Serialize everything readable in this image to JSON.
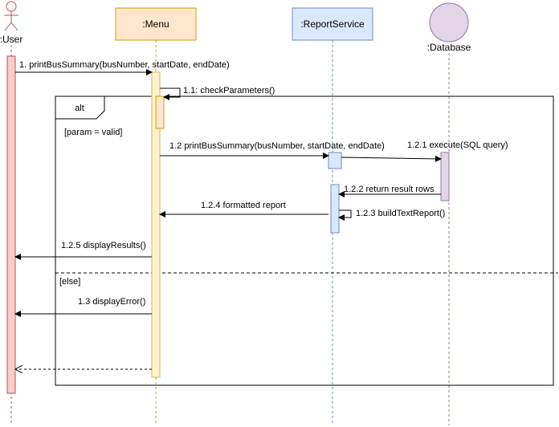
{
  "participants": {
    "user": {
      "label": ":User"
    },
    "menu": {
      "label": ":Menu"
    },
    "report_service": {
      "label": ":ReportService"
    },
    "database": {
      "label": ":Database"
    }
  },
  "fragment": {
    "operator": "alt",
    "guard_main": "[param = valid]",
    "guard_else": "[else]"
  },
  "messages": {
    "m1": "1. printBusSummary(busNumber, startDate, endDate)",
    "m1_1": "1.1: checkParameters()",
    "m1_2": "1.2 printBusSummary(busNumber, startDate, endDate)",
    "m1_2_1": "1.2.1 execute(SQL query)",
    "m1_2_2": "1.2.2  return result rows",
    "m1_2_3": "1.2.3 buildTextReport()",
    "m1_2_4": "1.2.4  formatted report",
    "m1_2_5": "1.2.5 displayResults()",
    "m1_3": "1.3 displayError()"
  },
  "colors": {
    "user_activation_fill": "#f8cecc",
    "user_activation_stroke": "#b85450",
    "user_actor_stroke": "#b85450",
    "menu_fill": "#ffe6cc",
    "menu_stroke": "#d79b00",
    "menu_activation_fill": "#fff2cc",
    "menu_activation_stroke": "#d6b656",
    "service_fill": "#dae8fc",
    "service_stroke": "#6c8ebf",
    "database_fill": "#e1d5e7",
    "database_stroke": "#9673a6",
    "line": "#000000"
  }
}
